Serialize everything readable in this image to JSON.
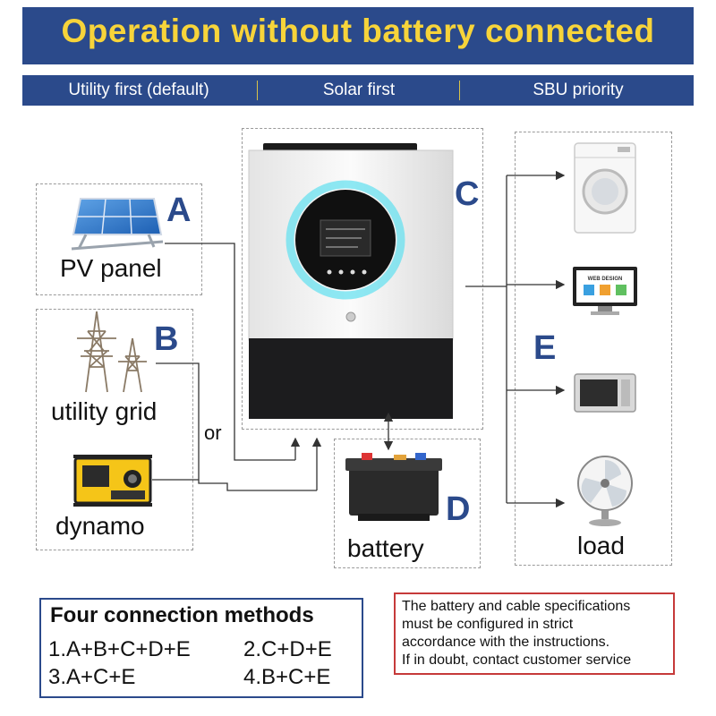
{
  "header": {
    "title": "Operation without battery connected",
    "modes": [
      "Utility first (default)",
      "Solar first",
      "SBU priority"
    ]
  },
  "sources": {
    "a": {
      "letter": "A",
      "label": "PV panel"
    },
    "b": {
      "letter": "B",
      "label": "utility grid",
      "alt_label": "dynamo",
      "or_label": "or"
    }
  },
  "inverter": {
    "letter": "C"
  },
  "battery": {
    "letter": "D",
    "label": "battery"
  },
  "loads": {
    "letter": "E",
    "label": "load",
    "monitor_text": "WEB DESIGN"
  },
  "methods": {
    "title": "Four connection methods",
    "items": [
      "1.A+B+C+D+E",
      "2.C+D+E",
      "3.A+C+E",
      "4.B+C+E"
    ]
  },
  "note": {
    "lines": [
      "The battery and cable specifications",
      "must be configured in strict",
      "accordance with the instructions.",
      "If in doubt, contact customer service"
    ]
  },
  "colors": {
    "brand_blue": "#2b4a8b",
    "title_yellow": "#f7d43a",
    "note_red": "#c63a3a",
    "screen_glow": "#5fe0f0"
  }
}
